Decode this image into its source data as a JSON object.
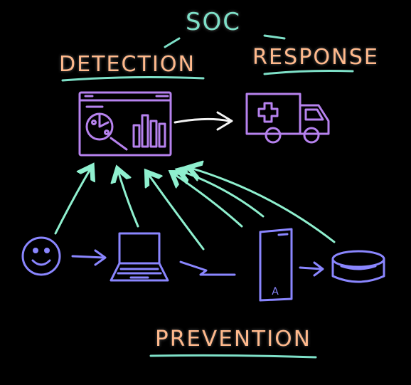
{
  "labels": {
    "soc": "SOC",
    "detection": "DETECTION",
    "response": "RESPONSE",
    "prevention": "PREVENTION",
    "server_letter": "A"
  },
  "colors": {
    "background": "#000000",
    "text_orange": "#ffb98c",
    "underline_cyan": "#7ee0c8",
    "arrow_cyan": "#8ff0cf",
    "monitor_purple": "#b682ee",
    "endpoint_blue": "#8a86ff",
    "white_arrow": "#f2f2f2"
  },
  "icons": {
    "detection": "dashboard-monitor-icon",
    "response": "ambulance-icon",
    "user": "smiley-user-icon",
    "laptop": "laptop-icon",
    "network": "network-link-icon",
    "server": "server-icon",
    "database": "database-icon"
  }
}
